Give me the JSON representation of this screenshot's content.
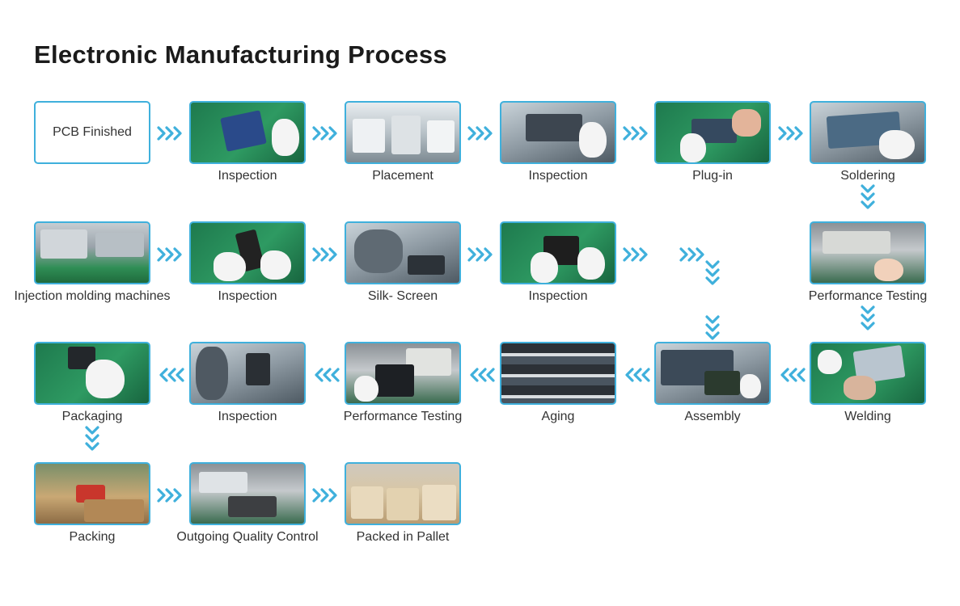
{
  "title": "Electronic Manufacturing Process",
  "steps": [
    {
      "label": "PCB Finished"
    },
    {
      "label": "Inspection",
      "photo": "green-bench"
    },
    {
      "label": "Placement",
      "photo": "factory"
    },
    {
      "label": "Inspection",
      "photo": "board"
    },
    {
      "label": "Plug-in",
      "photo": "green-bench"
    },
    {
      "label": "Soldering",
      "photo": "board"
    },
    {
      "label": "Performance Testing",
      "photo": "lab"
    },
    {
      "label": "Inspection",
      "photo": "green-bench"
    },
    {
      "label": "Silk- Screen",
      "photo": "board"
    },
    {
      "label": "Inspection",
      "photo": "green-bench"
    },
    {
      "label": "Injection molding machines",
      "photo": "machine"
    },
    {
      "label": "Welding",
      "photo": "green-bench"
    },
    {
      "label": "Assembly",
      "photo": "board"
    },
    {
      "label": "Aging",
      "photo": "aging"
    },
    {
      "label": "Performance Testing",
      "photo": "lab"
    },
    {
      "label": "Inspection",
      "photo": "board"
    },
    {
      "label": "Packaging",
      "photo": "green-bench"
    },
    {
      "label": "Packing",
      "photo": "boxes"
    },
    {
      "label": "Outgoing Quality Control",
      "photo": "lab"
    },
    {
      "label": "Packed in Pallet",
      "photo": "pallet"
    }
  ],
  "colors": {
    "accent": "#3fb0dc",
    "text": "#333333",
    "title": "#1b1b1b"
  }
}
